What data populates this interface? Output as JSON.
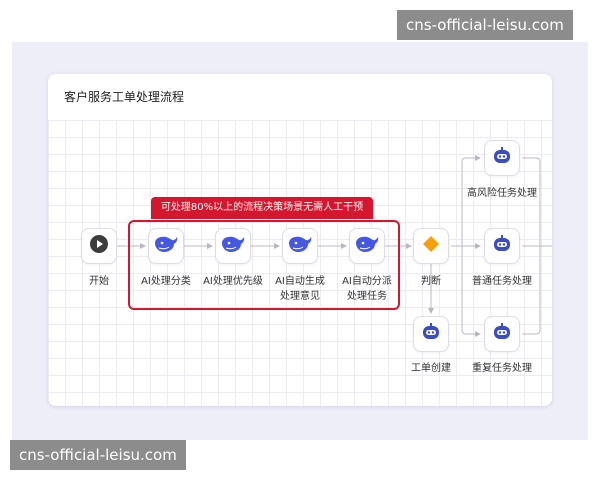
{
  "watermark": "cns-official-leisu.com",
  "card": {
    "title": "客户服务工单处理流程"
  },
  "highlight": {
    "text": "可处理80%以上的流程决策场景无需人工干预"
  },
  "colors": {
    "accent_red": "#d4172e",
    "whale_blue": "#4658e0",
    "diamond_orange": "#f5a00a",
    "play_dark": "#3c3c3c"
  },
  "nodes": {
    "start": {
      "label": "开始",
      "icon": "play-icon"
    },
    "classify": {
      "label": "AI处理分类",
      "icon": "whale-icon"
    },
    "priority": {
      "label": "AI处理优先级",
      "icon": "whale-icon"
    },
    "opinion": {
      "label": "AI自动生成\n处理意见",
      "icon": "whale-icon"
    },
    "dispatch": {
      "label": "AI自动分派\n处理任务",
      "icon": "whale-icon"
    },
    "judge": {
      "label": "判断",
      "icon": "diamond-icon"
    },
    "ticket": {
      "label": "工单创建",
      "icon": "bot-icon"
    },
    "high_risk": {
      "label": "高风险任务处理",
      "icon": "bot-icon"
    },
    "normal": {
      "label": "普通任务处理",
      "icon": "bot-icon"
    },
    "repeat": {
      "label": "重复任务处理",
      "icon": "bot-icon"
    }
  }
}
